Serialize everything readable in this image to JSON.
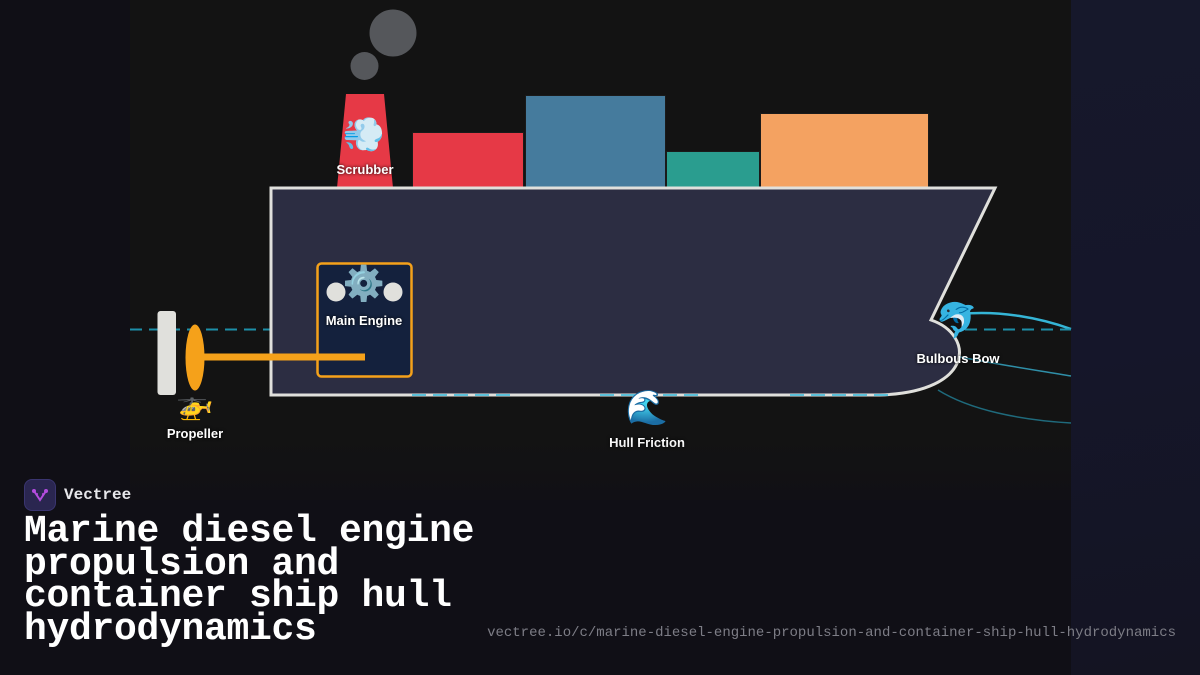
{
  "diagram": {
    "title": "Marine diesel engine propulsion and container ship hull hydrodynamics",
    "colors": {
      "hull_fill": "#2c2d42",
      "hull_stroke": "#e0e0dc",
      "funnel": "#e63946",
      "smoke": "#55575b",
      "container_red": "#e63946",
      "container_blue": "#457b9d",
      "container_teal": "#2a9d8f",
      "container_orange": "#f4a261",
      "engine_box_fill": "#14213d",
      "engine_box_stroke": "#f5a11a",
      "shaft": "#f5a11a",
      "rudder": "#e0e0dc",
      "water": "#1d8fa8",
      "flow_lines": "#35b5d6"
    },
    "components": [
      {
        "id": "scrubber",
        "label": "Scrubber",
        "icon": "wind-blowing-icon",
        "glyph": "💨"
      },
      {
        "id": "main_engine",
        "label": "Main Engine",
        "icon": "gear-icon",
        "glyph": "⚙️"
      },
      {
        "id": "propeller",
        "label": "Propeller",
        "icon": "helicopter-icon",
        "glyph": "🚁"
      },
      {
        "id": "hull_friction",
        "label": "Hull Friction",
        "icon": "water-wave-icon",
        "glyph": "🌊"
      },
      {
        "id": "bulbous_bow",
        "label": "Bulbous Bow",
        "icon": "dolphin-icon",
        "glyph": "🐬"
      }
    ],
    "containers": [
      {
        "color": "red"
      },
      {
        "color": "blue"
      },
      {
        "color": "teal"
      },
      {
        "color": "orange"
      }
    ]
  },
  "footer": {
    "brand_name": "Vectree",
    "page_title": "Marine diesel engine propulsion and container ship hull hydrodynamics",
    "url": "vectree.io/c/marine-diesel-engine-propulsion-and-container-ship-hull-hydrodynamics"
  }
}
